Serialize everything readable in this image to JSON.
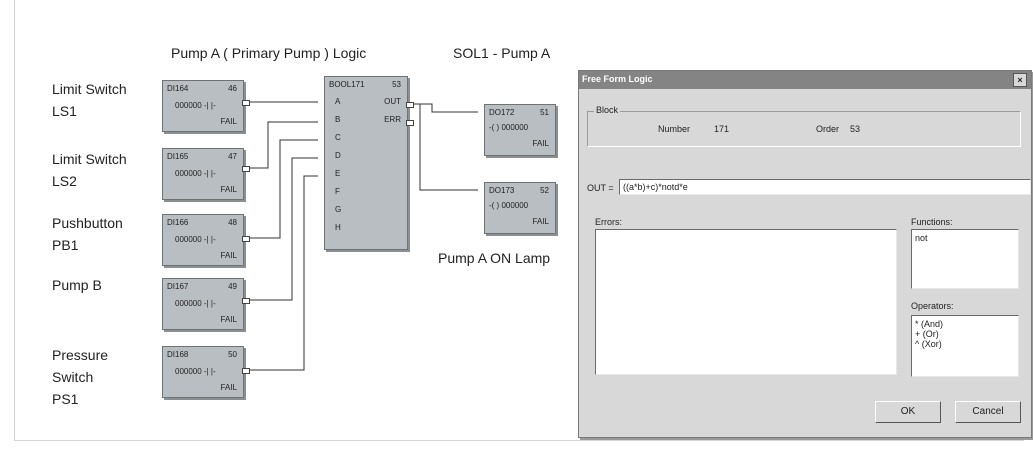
{
  "titles": {
    "logic_title": "Pump A ( Primary Pump ) Logic",
    "sol_title": "SOL1 - Pump A",
    "lamp_title": "Pump A ON Lamp"
  },
  "inputs": [
    {
      "label_line1": "Limit Switch",
      "label_line2": "LS1",
      "label_line3": "",
      "block": "DI164",
      "num": "46",
      "value": "000000",
      "fail": "FAIL"
    },
    {
      "label_line1": "Limit Switch",
      "label_line2": "LS2",
      "label_line3": "",
      "block": "DI165",
      "num": "47",
      "value": "000000",
      "fail": "FAIL"
    },
    {
      "label_line1": "Pushbutton",
      "label_line2": "PB1",
      "label_line3": "",
      "block": "DI166",
      "num": "48",
      "value": "000000",
      "fail": "FAIL"
    },
    {
      "label_line1": "Pump B",
      "label_line2": "",
      "label_line3": "",
      "block": "DI167",
      "num": "49",
      "value": "000000",
      "fail": "FAIL"
    },
    {
      "label_line1": "Pressure",
      "label_line2": "Switch",
      "label_line3": "PS1",
      "block": "DI168",
      "num": "50",
      "value": "000000",
      "fail": "FAIL"
    }
  ],
  "bool_block": {
    "name": "BOOL171",
    "num": "53",
    "inputs": [
      "A",
      "B",
      "C",
      "D",
      "E",
      "F",
      "G",
      "H"
    ],
    "out": "OUT",
    "err": "ERR"
  },
  "outputs": [
    {
      "block": "DO172",
      "num": "51",
      "value": "000000",
      "fail": "FAIL"
    },
    {
      "block": "DO173",
      "num": "52",
      "value": "000000",
      "fail": "FAIL"
    }
  ],
  "dialog": {
    "title": "Free Form Logic",
    "close": "×",
    "block_group": "Block",
    "number_label": "Number",
    "number_value": "171",
    "order_label": "Order",
    "order_value": "53",
    "out_label": "OUT =",
    "out_value": "((a*b)+c)*notd*e",
    "errors_label": "Errors:",
    "functions_label": "Functions:",
    "functions": [
      "not"
    ],
    "operators_label": "Operators:",
    "operators": [
      "* (And)",
      "+ (Or)",
      "^ (Xor)"
    ],
    "ok": "OK",
    "cancel": "Cancel"
  }
}
